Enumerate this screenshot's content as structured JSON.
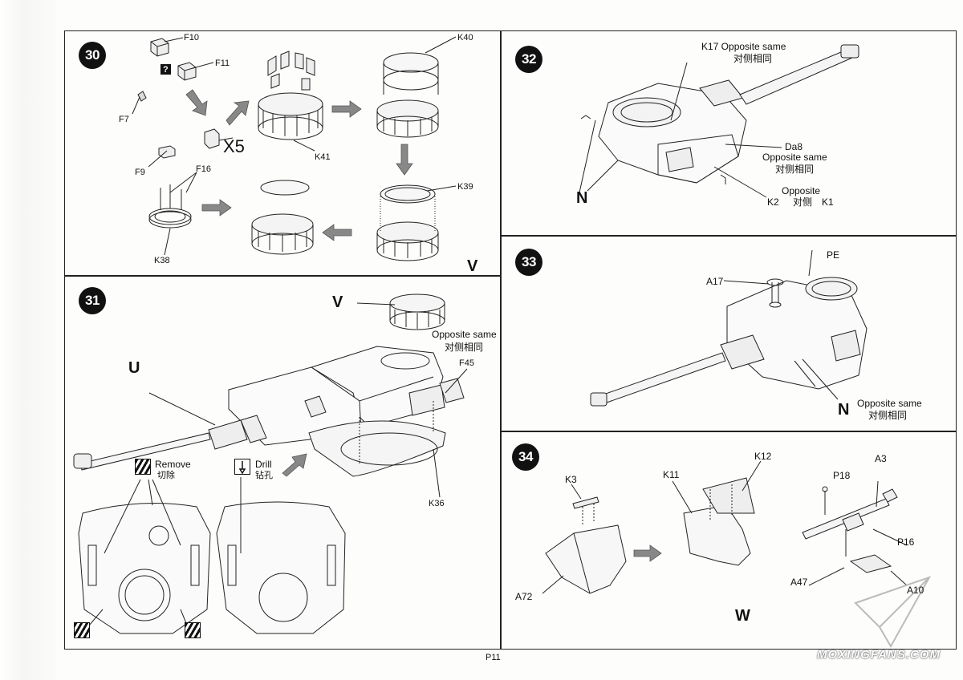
{
  "page": {
    "number": "P11"
  },
  "watermark": {
    "text": "MOXINGFANS.COM"
  },
  "steps": [
    {
      "number": "30",
      "labels": {
        "F10": "F10",
        "F11": "F11",
        "F7": "F7",
        "F9": "F9",
        "x5": "X5",
        "F16": "F16",
        "K38": "K38",
        "K41": "K41",
        "K40": "K40",
        "K39": "K39",
        "q": "?"
      },
      "sub_assembly": "V"
    },
    {
      "number": "31",
      "labels": {
        "U": "U",
        "V": "V",
        "opposite_en": "Opposite same",
        "opposite_cn": "对侧相同",
        "F45": "F45",
        "K36": "K36"
      },
      "remove": {
        "en": "Remove",
        "cn": "切除"
      },
      "drill": {
        "en": "Drill",
        "cn": "钻孔"
      }
    },
    {
      "number": "32",
      "labels": {
        "K17": "K17 Opposite same",
        "K17_cn": "对侧相同",
        "Da8": "Da8",
        "Da8_en": "Opposite same",
        "Da8_cn": "对侧相同",
        "opp": "Opposite",
        "K2": "K2",
        "K2_cn": "对侧",
        "K1": "K1"
      },
      "sub_assembly": "N"
    },
    {
      "number": "33",
      "labels": {
        "PE": "PE",
        "A17": "A17",
        "opposite_en": "Opposite same",
        "opposite_cn": "对侧相同"
      },
      "sub_assembly": "N"
    },
    {
      "number": "34",
      "labels": {
        "K3": "K3",
        "K11": "K11",
        "K12": "K12",
        "A72": "A72",
        "P18": "P18",
        "A3": "A3",
        "P16": "P16",
        "A47": "A47",
        "A10": "A10"
      },
      "sub_assembly": "W"
    }
  ],
  "icons": {
    "badge": "step-number-badge",
    "arrow": "assembly-arrow-icon",
    "remove": "remove-cut-icon",
    "drill": "drill-icon",
    "question": "question-mark-icon",
    "logo": "paper-plane-logo"
  }
}
